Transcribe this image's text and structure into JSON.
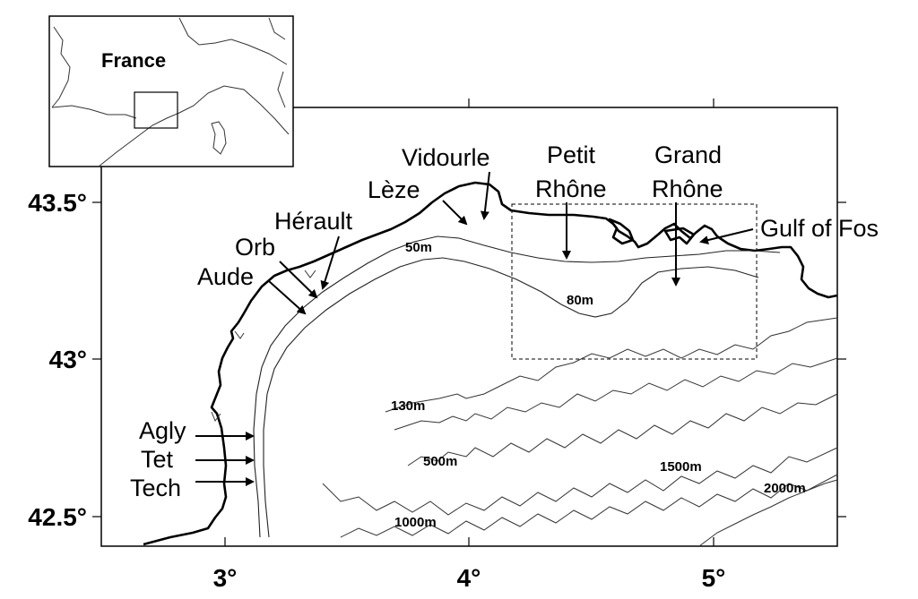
{
  "axes": {
    "x_ticks": [
      {
        "value": 3,
        "label": "3°"
      },
      {
        "value": 4,
        "label": "4°"
      },
      {
        "value": 5,
        "label": "5°"
      }
    ],
    "y_ticks": [
      {
        "value": 43.5,
        "label": "43.5°"
      },
      {
        "value": 43.0,
        "label": "43°"
      },
      {
        "value": 42.5,
        "label": "42.5°"
      }
    ]
  },
  "inset": {
    "country_label": "France"
  },
  "rivers": [
    {
      "id": "vidourle",
      "label": "Vidourle"
    },
    {
      "id": "leze",
      "label": "Lèze"
    },
    {
      "id": "herault",
      "label": "Hérault"
    },
    {
      "id": "orb",
      "label": "Orb"
    },
    {
      "id": "aude",
      "label": "Aude"
    },
    {
      "id": "petit-rhone",
      "label": [
        "Petit",
        "Rhône"
      ]
    },
    {
      "id": "grand-rhone",
      "label": [
        "Grand",
        "Rhône"
      ]
    },
    {
      "id": "gulf-of-fos",
      "label": "Gulf of Fos"
    },
    {
      "id": "agly",
      "label": "Agly"
    },
    {
      "id": "tet",
      "label": "Tet"
    },
    {
      "id": "tech",
      "label": "Tech"
    }
  ],
  "depth_labels": [
    "50m",
    "80m",
    "130m",
    "500m",
    "1000m",
    "1500m",
    "2000m"
  ],
  "colors": {
    "line": "#000000",
    "background": "#ffffff"
  }
}
